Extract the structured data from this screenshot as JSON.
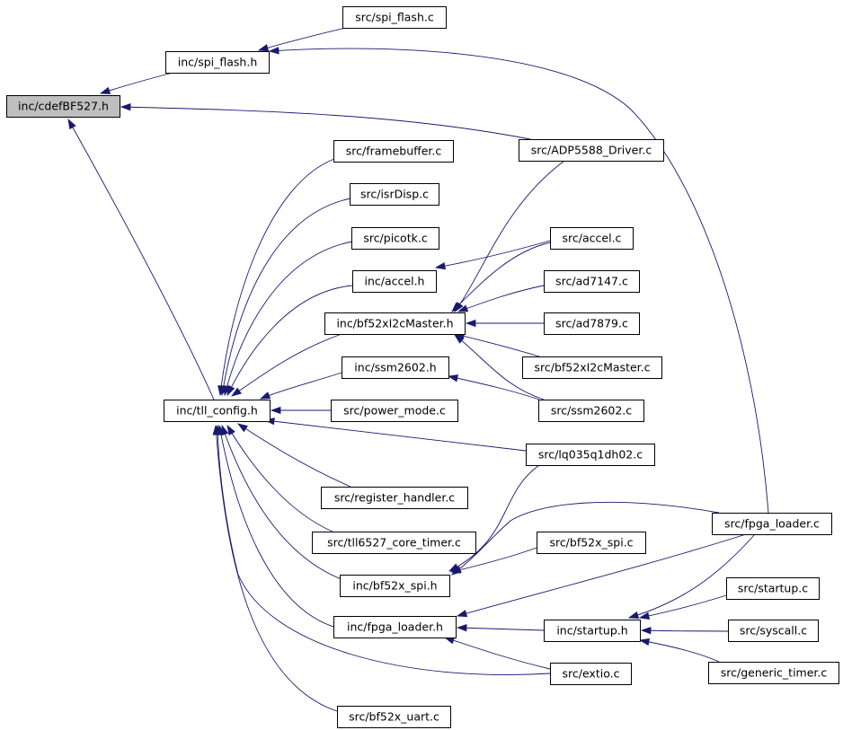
{
  "graph": {
    "edge_color": "#191970",
    "root_fill": "#bfbfbf",
    "nodes": [
      {
        "id": "cdef",
        "label": "inc/cdefBF527.h",
        "root": true
      },
      {
        "id": "spi_flash_h",
        "label": "inc/spi_flash.h"
      },
      {
        "id": "spi_flash_c",
        "label": "src/spi_flash.c"
      },
      {
        "id": "adp5588_c",
        "label": "src/ADP5588_Driver.c"
      },
      {
        "id": "framebuffer_c",
        "label": "src/framebuffer.c"
      },
      {
        "id": "isrdisp_c",
        "label": "src/isrDisp.c"
      },
      {
        "id": "picotk_c",
        "label": "src/picotk.c"
      },
      {
        "id": "accel_h",
        "label": "inc/accel.h"
      },
      {
        "id": "accel_c",
        "label": "src/accel.c"
      },
      {
        "id": "bf52xi2cmaster_h",
        "label": "inc/bf52xI2cMaster.h"
      },
      {
        "id": "ad7147_c",
        "label": "src/ad7147.c"
      },
      {
        "id": "ad7879_c",
        "label": "src/ad7879.c"
      },
      {
        "id": "bf52xi2cmaster_c",
        "label": "src/bf52xI2cMaster.c"
      },
      {
        "id": "ssm2602_h",
        "label": "inc/ssm2602.h"
      },
      {
        "id": "ssm2602_c",
        "label": "src/ssm2602.c"
      },
      {
        "id": "tll_config_h",
        "label": "inc/tll_config.h"
      },
      {
        "id": "power_mode_c",
        "label": "src/power_mode.c"
      },
      {
        "id": "lq035_c",
        "label": "src/lq035q1dh02.c"
      },
      {
        "id": "register_handler_c",
        "label": "src/register_handler.c"
      },
      {
        "id": "core_timer_c",
        "label": "src/tll6527_core_timer.c"
      },
      {
        "id": "fpga_loader_c",
        "label": "src/fpga_loader.c"
      },
      {
        "id": "bf52x_spi_c",
        "label": "src/bf52x_spi.c"
      },
      {
        "id": "bf52x_spi_h",
        "label": "inc/bf52x_spi.h"
      },
      {
        "id": "startup_c",
        "label": "src/startup.c"
      },
      {
        "id": "fpga_loader_h",
        "label": "inc/fpga_loader.h"
      },
      {
        "id": "startup_h",
        "label": "inc/startup.h"
      },
      {
        "id": "syscall_c",
        "label": "src/syscall.c"
      },
      {
        "id": "extio_c",
        "label": "src/extio.c"
      },
      {
        "id": "generic_timer_c",
        "label": "src/generic_timer.c"
      },
      {
        "id": "bf52x_uart_c",
        "label": "src/bf52x_uart.c"
      }
    ],
    "edges": [
      {
        "from": "spi_flash_h",
        "to": "cdef"
      },
      {
        "from": "adp5588_c",
        "to": "cdef"
      },
      {
        "from": "tll_config_h",
        "to": "cdef"
      },
      {
        "from": "spi_flash_c",
        "to": "spi_flash_h"
      },
      {
        "from": "fpga_loader_c",
        "to": "spi_flash_h"
      },
      {
        "from": "framebuffer_c",
        "to": "tll_config_h"
      },
      {
        "from": "isrdisp_c",
        "to": "tll_config_h"
      },
      {
        "from": "picotk_c",
        "to": "tll_config_h"
      },
      {
        "from": "accel_h",
        "to": "tll_config_h"
      },
      {
        "from": "bf52xi2cmaster_h",
        "to": "tll_config_h"
      },
      {
        "from": "ssm2602_h",
        "to": "tll_config_h"
      },
      {
        "from": "power_mode_c",
        "to": "tll_config_h"
      },
      {
        "from": "lq035_c",
        "to": "tll_config_h"
      },
      {
        "from": "register_handler_c",
        "to": "tll_config_h"
      },
      {
        "from": "core_timer_c",
        "to": "tll_config_h"
      },
      {
        "from": "bf52x_spi_h",
        "to": "tll_config_h"
      },
      {
        "from": "fpga_loader_h",
        "to": "tll_config_h"
      },
      {
        "from": "extio_c",
        "to": "tll_config_h"
      },
      {
        "from": "bf52x_uart_c",
        "to": "tll_config_h"
      },
      {
        "from": "accel_c",
        "to": "accel_h"
      },
      {
        "from": "adp5588_c",
        "to": "bf52xi2cmaster_h"
      },
      {
        "from": "accel_c",
        "to": "bf52xi2cmaster_h"
      },
      {
        "from": "ad7147_c",
        "to": "bf52xi2cmaster_h"
      },
      {
        "from": "ad7879_c",
        "to": "bf52xi2cmaster_h"
      },
      {
        "from": "bf52xi2cmaster_c",
        "to": "bf52xi2cmaster_h"
      },
      {
        "from": "ssm2602_c",
        "to": "bf52xi2cmaster_h"
      },
      {
        "from": "ssm2602_c",
        "to": "ssm2602_h"
      },
      {
        "from": "lq035_c",
        "to": "bf52x_spi_h"
      },
      {
        "from": "bf52x_spi_c",
        "to": "bf52x_spi_h"
      },
      {
        "from": "fpga_loader_c",
        "to": "bf52x_spi_h"
      },
      {
        "from": "fpga_loader_c",
        "to": "fpga_loader_h"
      },
      {
        "from": "fpga_loader_c",
        "to": "startup_h"
      },
      {
        "from": "startup_h",
        "to": "fpga_loader_h"
      },
      {
        "from": "extio_c",
        "to": "fpga_loader_h"
      },
      {
        "from": "startup_c",
        "to": "startup_h"
      },
      {
        "from": "syscall_c",
        "to": "startup_h"
      },
      {
        "from": "generic_timer_c",
        "to": "startup_h"
      }
    ]
  }
}
